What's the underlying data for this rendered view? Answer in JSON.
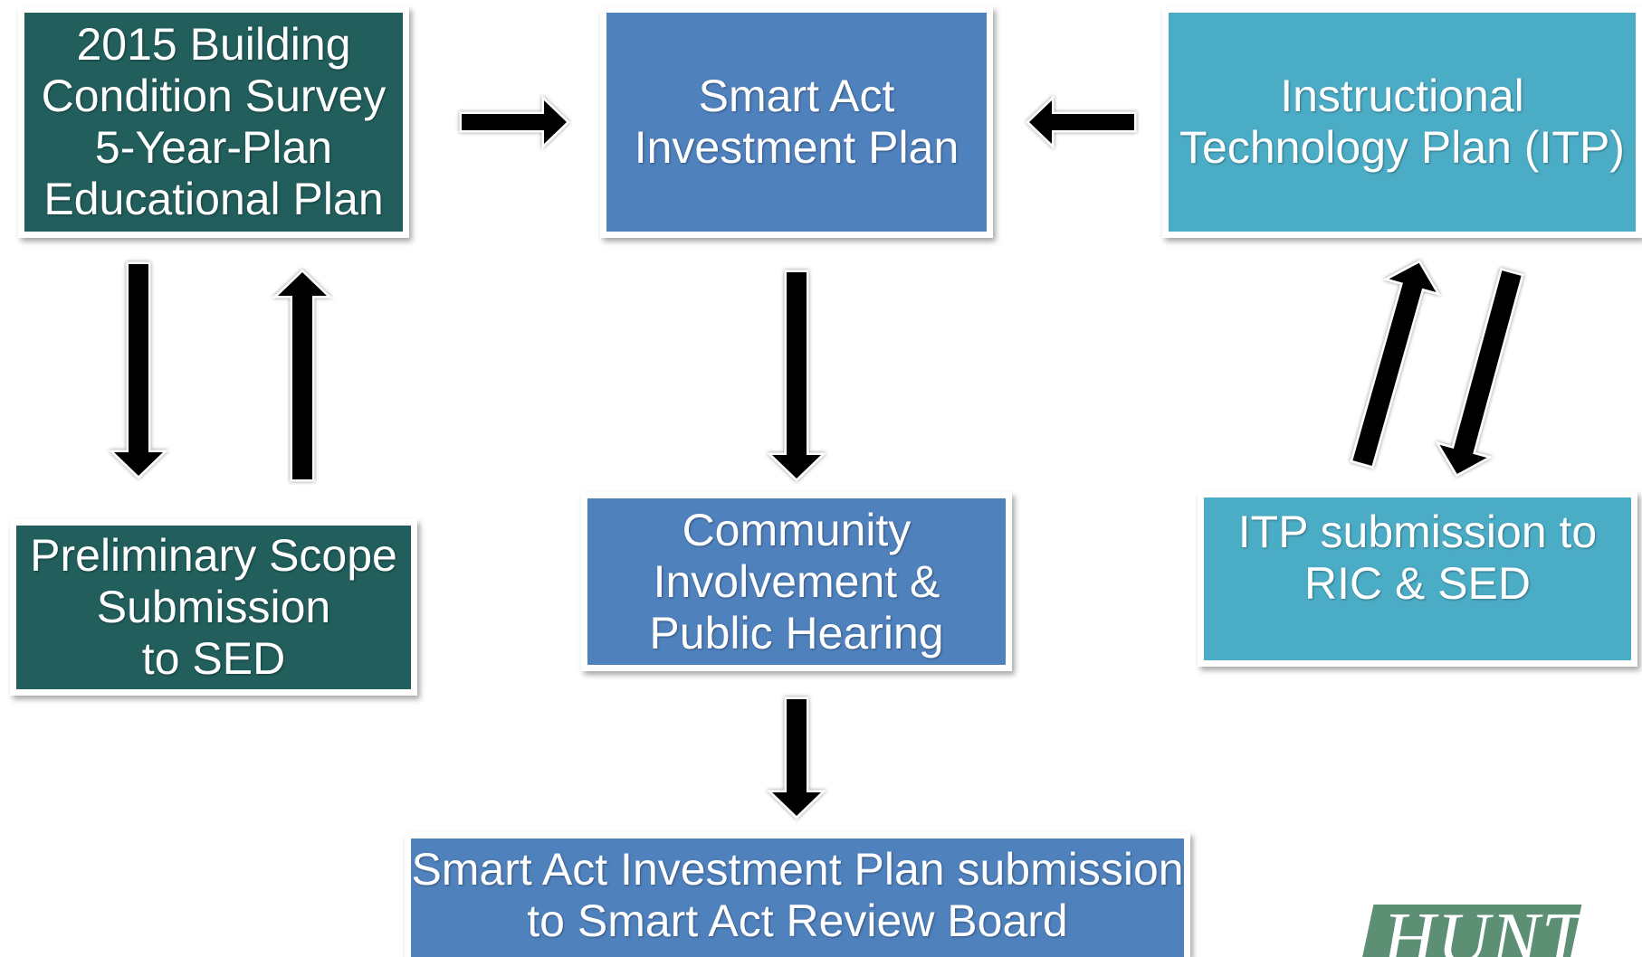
{
  "boxes": {
    "building": {
      "lines": [
        "2015 Building",
        "Condition Survey",
        "5-Year-Plan",
        "Educational Plan"
      ]
    },
    "smart_act": {
      "lines": [
        "Smart Act",
        "Investment Plan"
      ]
    },
    "itp": {
      "lines": [
        "Instructional",
        "Technology Plan (ITP)"
      ]
    },
    "preliminary": {
      "lines": [
        "Preliminary Scope",
        "Submission",
        "to SED"
      ]
    },
    "community": {
      "lines": [
        "Community",
        "Involvement &",
        "Public Hearing"
      ]
    },
    "itp_submission": {
      "lines": [
        "ITP submission to",
        "RIC & SED"
      ]
    },
    "review_board": {
      "lines": [
        "Smart Act Investment Plan submission",
        "to Smart Act Review Board"
      ]
    }
  },
  "logo": {
    "text": "HUNT"
  },
  "colors": {
    "green": "#215e5c",
    "blue": "#4f81bd",
    "teal": "#4bacc6",
    "arrow": "#000000",
    "logo": "#5c8f74"
  }
}
